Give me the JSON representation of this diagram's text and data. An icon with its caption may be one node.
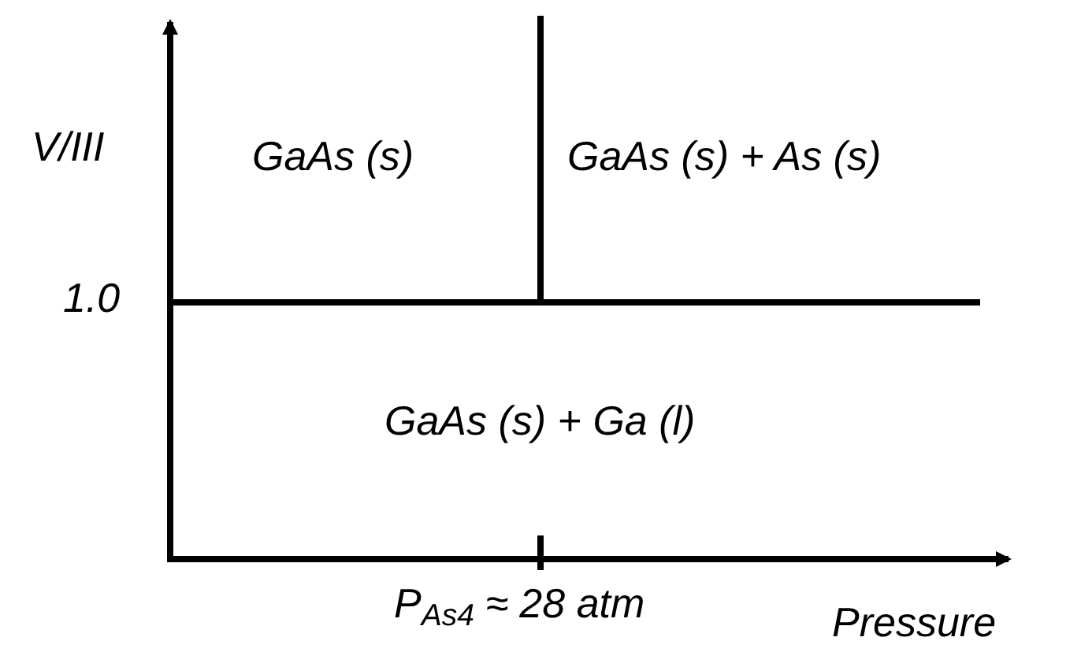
{
  "diagram": {
    "labels": [
      "V/III",
      "GaAs (s)",
      "GaAs (s) + As (s)",
      "1.0",
      "GaAs (s) + Ga (l)",
      "P$_{As}$$_{4}$ ≈ 28 atm",
      "Pressure"
    ]
  }
}
